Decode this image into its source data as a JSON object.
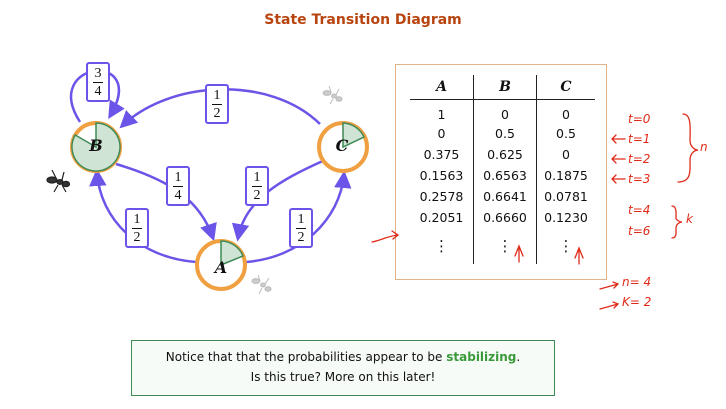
{
  "title": "State Transition Diagram",
  "nodes": {
    "A": {
      "label": "A"
    },
    "B": {
      "label": "B"
    },
    "C": {
      "label": "C"
    }
  },
  "edges": {
    "B_to_B": {
      "num": "3",
      "den": "4"
    },
    "C_to_B": {
      "num": "1",
      "den": "2"
    },
    "B_to_A": {
      "num": "1",
      "den": "4"
    },
    "C_to_A": {
      "num": "1",
      "den": "2"
    },
    "A_to_B": {
      "num": "1",
      "den": "2"
    },
    "A_to_C": {
      "num": "1",
      "den": "2"
    }
  },
  "table": {
    "headers": [
      "A",
      "B",
      "C"
    ],
    "rows": [
      [
        "1",
        "0",
        "0"
      ],
      [
        "0",
        "0.5",
        "0.5"
      ],
      [
        "0.375",
        "0.625",
        "0"
      ],
      [
        "0.1563",
        "0.6563",
        "0.1875"
      ],
      [
        "0.2578",
        "0.6641",
        "0.0781"
      ],
      [
        "0.2051",
        "0.6660",
        "0.1230"
      ]
    ],
    "ellipsis": "⋮"
  },
  "annotations": {
    "t0": "t=0",
    "t1": "t=1",
    "t2": "t=2",
    "t3": "t=3",
    "t4": "t=4",
    "t6": "t=6",
    "n": "n",
    "k": "k",
    "n_eq": "n= 4",
    "k_eq": "K= 2"
  },
  "notice": {
    "line1_before": "Notice that that the probabilities appear to be ",
    "line1_highlight": "stabilizing",
    "line1_after": ".",
    "line2": "Is this true? More on this later!"
  },
  "colors": {
    "title": "#b8440f",
    "arrow": "#6a55e8",
    "node_ring": "#f0a040",
    "pie_fill": "#cfe4d4",
    "pie_line": "#3e8a55",
    "annotation": "#e02a18",
    "highlight": "#3a9a3a"
  }
}
